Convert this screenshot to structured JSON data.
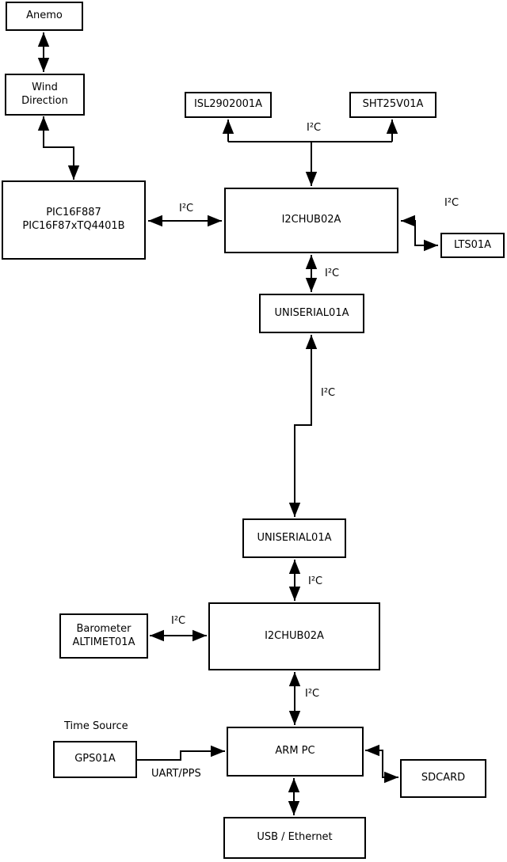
{
  "diagram": {
    "nodes": {
      "anemo": "Anemo",
      "wind_direction": "Wind\nDirection",
      "pic": "PIC16F887\nPIC16F87xTQ4401B",
      "isl": "ISL2902001A",
      "sht": "SHT25V01A",
      "i2chub_top": "I2CHUB02A",
      "lts": "LTS01A",
      "uniserial_top": "UNISERIAL01A",
      "uniserial_bottom": "UNISERIAL01A",
      "i2chub_bottom": "I2CHUB02A",
      "barometer": "Barometer\nALTIMET01A",
      "gps": "GPS01A",
      "arm_pc": "ARM PC",
      "sdcard": "SDCARD",
      "usb_ethernet": "USB / Ethernet"
    },
    "labels": {
      "bus_top": "I²C",
      "pic_hub": "I²C",
      "hub_lts": "I²C",
      "hub_uniserial": "I²C",
      "uniserial_link": "I²C",
      "uniserial_hub2": "I²C",
      "barometer_hub": "I²C",
      "hub2_arm": "I²C",
      "time_source": "Time Source",
      "uart_pps": "UART/PPS"
    },
    "colors": {
      "line": "#000000",
      "box_border": "#000000",
      "box_fill": "#ffffff",
      "background": "#ffffff",
      "text": "#000000"
    }
  }
}
